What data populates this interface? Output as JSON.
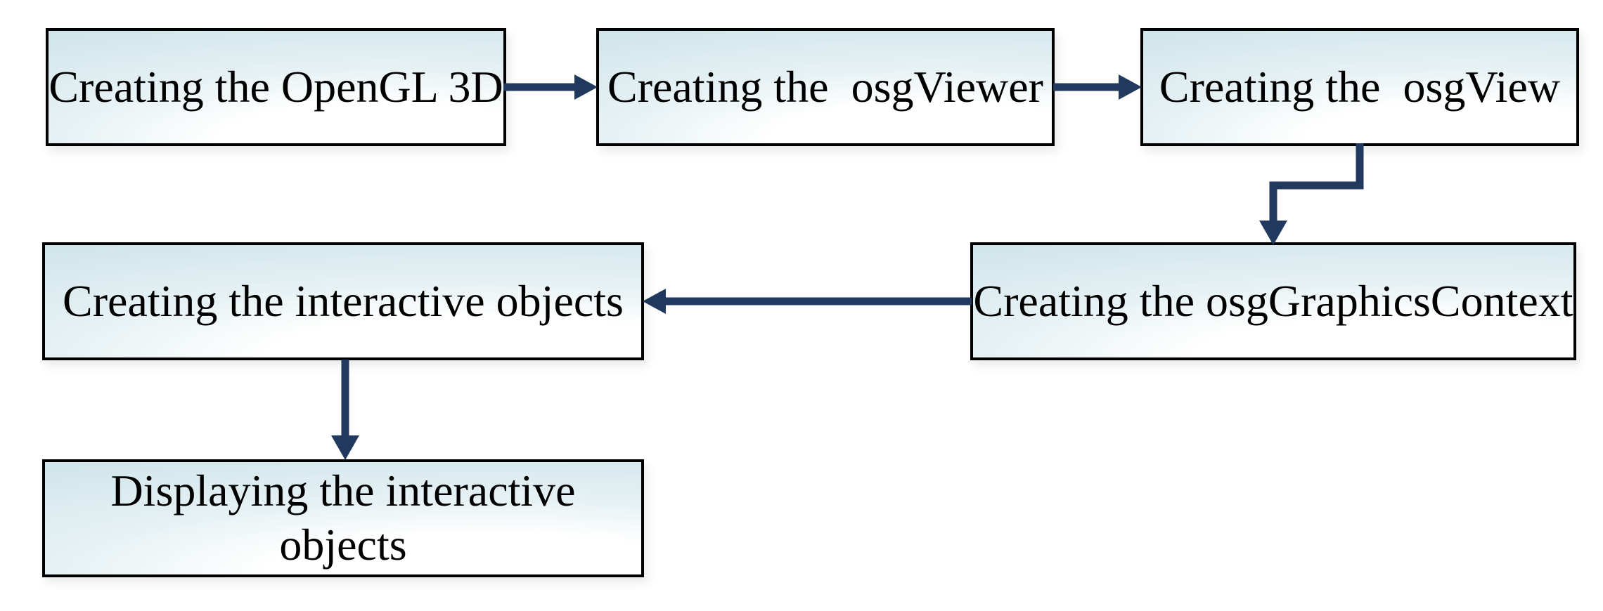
{
  "diagram": {
    "type": "flowchart",
    "background": "#ffffff",
    "boxes": [
      {
        "id": "opengl-3d",
        "label": "Creating the OpenGL 3D"
      },
      {
        "id": "osgviewer",
        "label": "Creating the  osgViewer"
      },
      {
        "id": "osgview",
        "label": "Creating the  osgView"
      },
      {
        "id": "osggraphicscontext",
        "label": "Creating the osgGraphicsContext"
      },
      {
        "id": "interactive-objects",
        "label": "Creating the interactive objects"
      },
      {
        "id": "displaying-objects",
        "label": "Displaying the interactive objects"
      }
    ],
    "connections": [
      {
        "from": "opengl-3d",
        "to": "osgviewer",
        "style": "straight-right"
      },
      {
        "from": "osgviewer",
        "to": "osgview",
        "style": "straight-right"
      },
      {
        "from": "osgview",
        "to": "osggraphicscontext",
        "style": "elbow-down"
      },
      {
        "from": "osggraphicscontext",
        "to": "interactive-objects",
        "style": "straight-left"
      },
      {
        "from": "interactive-objects",
        "to": "displaying-objects",
        "style": "straight-down"
      }
    ],
    "colors": {
      "arrow": "#20395c",
      "box_border": "#000000",
      "box_fill_edge": "#cfe5ea",
      "box_fill_center": "#ffffff",
      "text": "#000000",
      "shadow": "#4b4b4b"
    }
  }
}
